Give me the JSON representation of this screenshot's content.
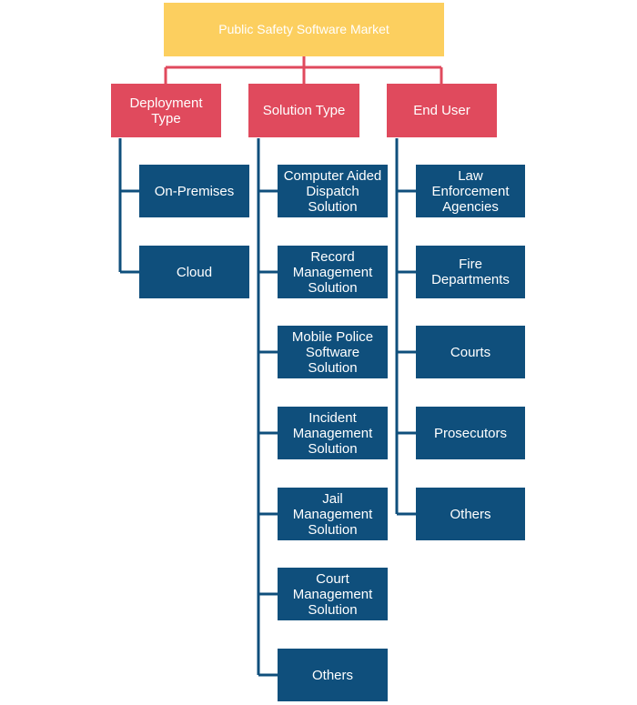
{
  "diagram": {
    "title": "Public Safety Software Market",
    "categories": [
      {
        "label": "Deployment\nType",
        "items": [
          "On-Premises",
          "Cloud"
        ]
      },
      {
        "label": "Solution Type",
        "items": [
          "Computer Aided\nDispatch\nSolution",
          "Record\nManagement\nSolution",
          "Mobile Police\nSoftware\nSolution",
          "Incident\nManagement\nSolution",
          "Jail\nManagement\nSolution",
          "Court\nManagement\nSolution",
          "Others"
        ]
      },
      {
        "label": "End User",
        "items": [
          "Law\nEnforcement\nAgencies",
          "Fire\nDepartments",
          "Courts",
          "Prosecutors",
          "Others"
        ]
      }
    ]
  },
  "colors": {
    "root_fill": "#fccf5f",
    "category_fill": "#e04a5d",
    "leaf_fill": "#0f4f7c",
    "category_connector": "#e04a5d",
    "leaf_connector": "#0f4f7c",
    "text": "#ffffff"
  }
}
